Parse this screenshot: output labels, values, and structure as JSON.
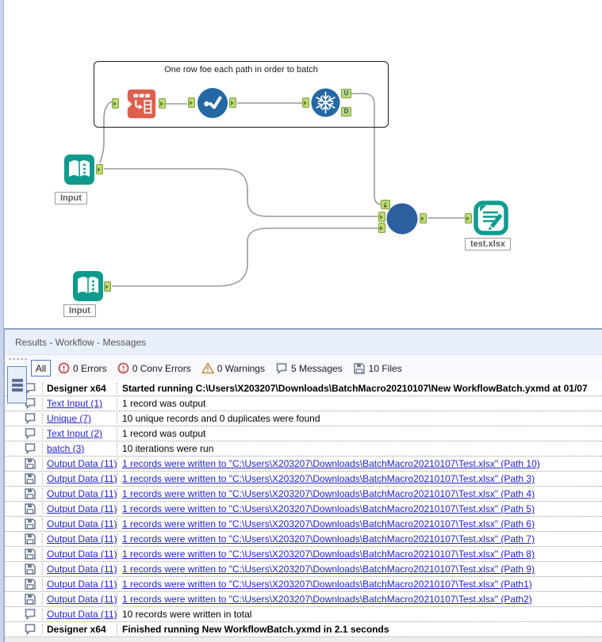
{
  "colors": {
    "teal": "#0E9B8D",
    "blue": "#2368A4",
    "orange": "#DE5F4D",
    "anchor_green": "#BCDA77",
    "link": "#2222CC"
  },
  "canvas": {
    "container_title": "One row foe each path in order to batch",
    "input1_label": "Input",
    "input2_label": "Input",
    "output_label": "test.xlsx",
    "unique_up": "U",
    "unique_down": "D",
    "macro_control": "¿"
  },
  "results": {
    "title": "Results - Workflow - Messages",
    "toolbar": {
      "all_label": "All",
      "errors": "0 Errors",
      "conv_errors": "0 Conv Errors",
      "warnings": "0 Warnings",
      "messages": "5 Messages",
      "files": "10 Files"
    },
    "rows": [
      {
        "icon": "message",
        "tool": "Designer x64",
        "bold": true,
        "tool_link": false,
        "msg_link": false,
        "message": "Started running C:\\Users\\X203207\\Downloads\\BatchMacro20210107\\New WorkflowBatch.yxmd at 01/07"
      },
      {
        "icon": "message",
        "tool": "Text Input (1)",
        "bold": false,
        "tool_link": true,
        "msg_link": false,
        "message": "1 record was output"
      },
      {
        "icon": "message",
        "tool": "Unique (7)",
        "bold": false,
        "tool_link": true,
        "msg_link": false,
        "message": "10 unique records and 0 duplicates were found"
      },
      {
        "icon": "message",
        "tool": "Text Input (2)",
        "bold": false,
        "tool_link": true,
        "msg_link": false,
        "message": "1 record was output"
      },
      {
        "icon": "message",
        "tool": "batch (3)",
        "bold": false,
        "tool_link": true,
        "msg_link": false,
        "message": "10 iterations were run"
      },
      {
        "icon": "file",
        "tool": "Output Data (11)",
        "bold": false,
        "tool_link": true,
        "msg_link": true,
        "message": "1 records were written to \"C:\\Users\\X203207\\Downloads\\BatchMacro20210107\\Test.xlsx\" (Path 10)"
      },
      {
        "icon": "file",
        "tool": "Output Data (11)",
        "bold": false,
        "tool_link": true,
        "msg_link": true,
        "message": "1 records were written to \"C:\\Users\\X203207\\Downloads\\BatchMacro20210107\\Test.xlsx\" (Path 3)"
      },
      {
        "icon": "file",
        "tool": "Output Data (11)",
        "bold": false,
        "tool_link": true,
        "msg_link": true,
        "message": "1 records were written to \"C:\\Users\\X203207\\Downloads\\BatchMacro20210107\\Test.xlsx\" (Path 4)"
      },
      {
        "icon": "file",
        "tool": "Output Data (11)",
        "bold": false,
        "tool_link": true,
        "msg_link": true,
        "message": "1 records were written to \"C:\\Users\\X203207\\Downloads\\BatchMacro20210107\\Test.xlsx\" (Path 5)"
      },
      {
        "icon": "file",
        "tool": "Output Data (11)",
        "bold": false,
        "tool_link": true,
        "msg_link": true,
        "message": "1 records were written to \"C:\\Users\\X203207\\Downloads\\BatchMacro20210107\\Test.xlsx\" (Path 6)"
      },
      {
        "icon": "file",
        "tool": "Output Data (11)",
        "bold": false,
        "tool_link": true,
        "msg_link": true,
        "message": "1 records were written to \"C:\\Users\\X203207\\Downloads\\BatchMacro20210107\\Test.xlsx\" (Path 7)"
      },
      {
        "icon": "file",
        "tool": "Output Data (11)",
        "bold": false,
        "tool_link": true,
        "msg_link": true,
        "message": "1 records were written to \"C:\\Users\\X203207\\Downloads\\BatchMacro20210107\\Test.xlsx\" (Path 8)"
      },
      {
        "icon": "file",
        "tool": "Output Data (11)",
        "bold": false,
        "tool_link": true,
        "msg_link": true,
        "message": "1 records were written to \"C:\\Users\\X203207\\Downloads\\BatchMacro20210107\\Test.xlsx\" (Path 9)"
      },
      {
        "icon": "file",
        "tool": "Output Data (11)",
        "bold": false,
        "tool_link": true,
        "msg_link": true,
        "message": "1 records were written to \"C:\\Users\\X203207\\Downloads\\BatchMacro20210107\\Test.xlsx\" (Path1)"
      },
      {
        "icon": "file",
        "tool": "Output Data (11)",
        "bold": false,
        "tool_link": true,
        "msg_link": true,
        "message": "1 records were written to \"C:\\Users\\X203207\\Downloads\\BatchMacro20210107\\Test.xlsx\" (Path2)"
      },
      {
        "icon": "message",
        "tool": "Output Data (11)",
        "bold": false,
        "tool_link": true,
        "msg_link": false,
        "message": "10 records were written in total"
      },
      {
        "icon": "message",
        "tool": "Designer x64",
        "bold": true,
        "tool_link": false,
        "msg_link": false,
        "message": "Finished running New WorkflowBatch.yxmd in 2.1 seconds"
      }
    ]
  }
}
